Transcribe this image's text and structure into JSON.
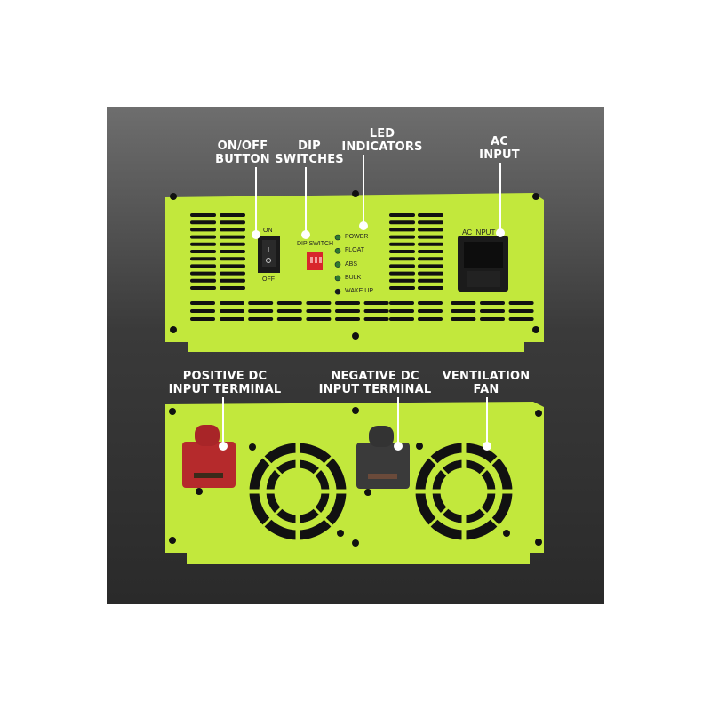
{
  "callouts_top": [
    {
      "line1": "ON/OFF",
      "line2": "BUTTON"
    },
    {
      "line1": "DIP",
      "line2": "SWITCHES"
    },
    {
      "line1": "LED",
      "line2": "INDICATORS"
    },
    {
      "line1": "AC",
      "line2": "INPUT"
    }
  ],
  "callouts_bottom": [
    {
      "line1": "POSITIVE DC",
      "line2": "INPUT TERMINAL"
    },
    {
      "line1": "NEGATIVE DC",
      "line2": "INPUT TERMINAL"
    },
    {
      "line1": "VENTILATION",
      "line2": "FAN"
    }
  ],
  "panel_labels": {
    "on": "ON",
    "off": "OFF",
    "dip_switch": "DIP SWITCH",
    "ac_input": "AC INPUT",
    "leds": [
      "POWER",
      "FLOAT",
      "ABS",
      "BULK",
      "WAKE UP"
    ]
  },
  "colors": {
    "panel": "#c2e83c",
    "positive": "#b52a2c",
    "negative": "#3a3a3a"
  }
}
